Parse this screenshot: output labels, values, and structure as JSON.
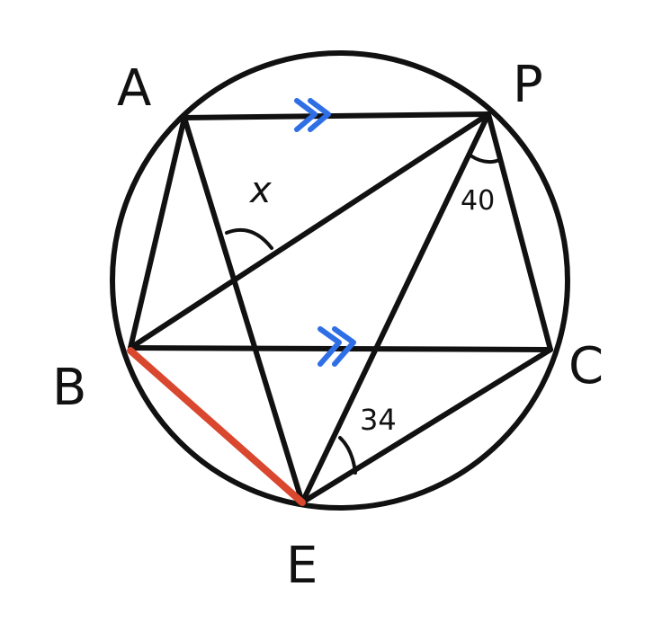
{
  "diagram": {
    "point_labels": {
      "A": "A",
      "P": "P",
      "B": "B",
      "C": "C",
      "E": "E"
    },
    "angle_labels": {
      "x": "x",
      "angle_P": "40",
      "angle_E": "34"
    },
    "colors": {
      "stroke": "#111111",
      "highlight_segment": "#d9472e",
      "parallel_marks": "#2f6fe6",
      "background": "#ffffff"
    },
    "segments": [
      "AP",
      "AB",
      "AE",
      "BP",
      "BC",
      "BE",
      "PC",
      "PE",
      "CE"
    ],
    "highlighted_segment": "BE",
    "parallel_pairs": [
      [
        "AP",
        "BC"
      ]
    ]
  }
}
